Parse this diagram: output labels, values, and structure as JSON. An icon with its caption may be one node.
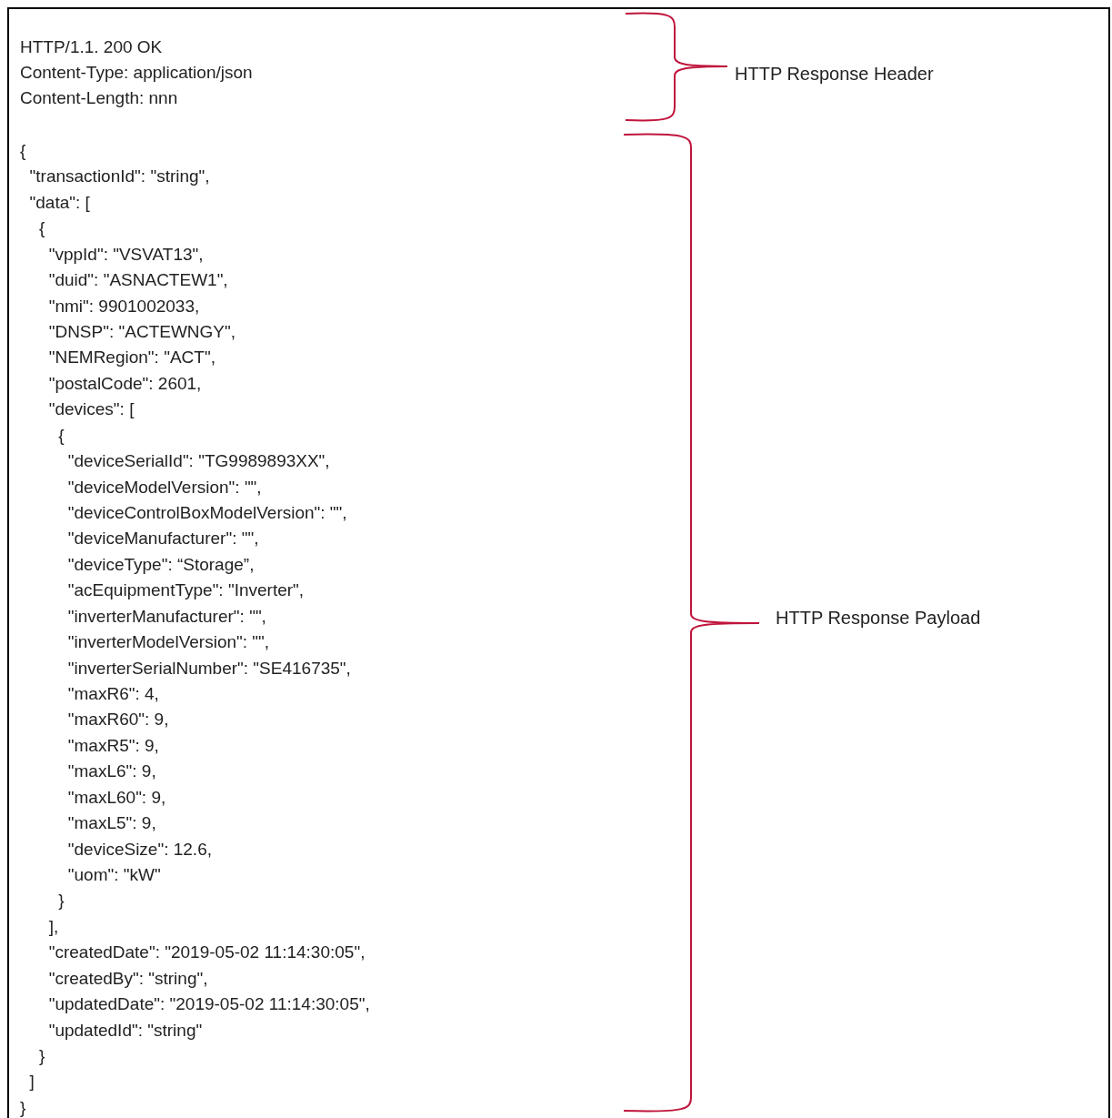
{
  "diagram": {
    "labels": [
      "HTTP/1.1. 200 OK",
      "Content-Type: application/json",
      "Content-Length: nnn",
      "HTTP Response Header",
      "{",
      "  \"transactionId\": \"string\",",
      "  \"data\": [",
      "    {",
      "      \"vppId\": \"VSVAT13\",",
      "      \"duid\": \"ASNACTEW1\",",
      "      \"nmi\": 9901002033,",
      "      \"DNSP\": \"ACTEWNGY\",",
      "      \"NEMRegion\": \"ACT\",",
      "      \"postalCode\": 2601,",
      "      \"devices\": [",
      "        {",
      "          \"deviceSerialId\": \"TG9989893XX\",",
      "          \"deviceModelVersion\": \"\",",
      "          \"deviceControlBoxModelVersion\": \"\",",
      "          \"deviceManufacturer\": \"\",",
      "          \"deviceType\": “Storage”,",
      "          \"acEquipmentType\": \"Inverter\",",
      "          \"inverterManufacturer\": \"\",",
      "          \"inverterModelVersion\": \"\",",
      "          \"inverterSerialNumber\": \"SE416735\",",
      "          \"maxR6\": 4,",
      "          \"maxR60\": 9,",
      "          \"maxR5\": 9,",
      "          \"maxL6\": 9,",
      "          \"maxL60\": 9,",
      "          \"maxL5\": 9,",
      "          \"deviceSize\": 12.6,",
      "          \"uom\": \"kW\"",
      "        }",
      "      ],",
      "      \"createdDate\": \"2019-05-02 11:14:30:05\",",
      "      \"createdBy\": \"string\",",
      "      \"updatedDate\": \"2019-05-02 11:14:30:05\",",
      "      \"updatedId\": \"string\"",
      "    }",
      "  ]",
      "}",
      "HTTP Response Payload"
    ]
  }
}
